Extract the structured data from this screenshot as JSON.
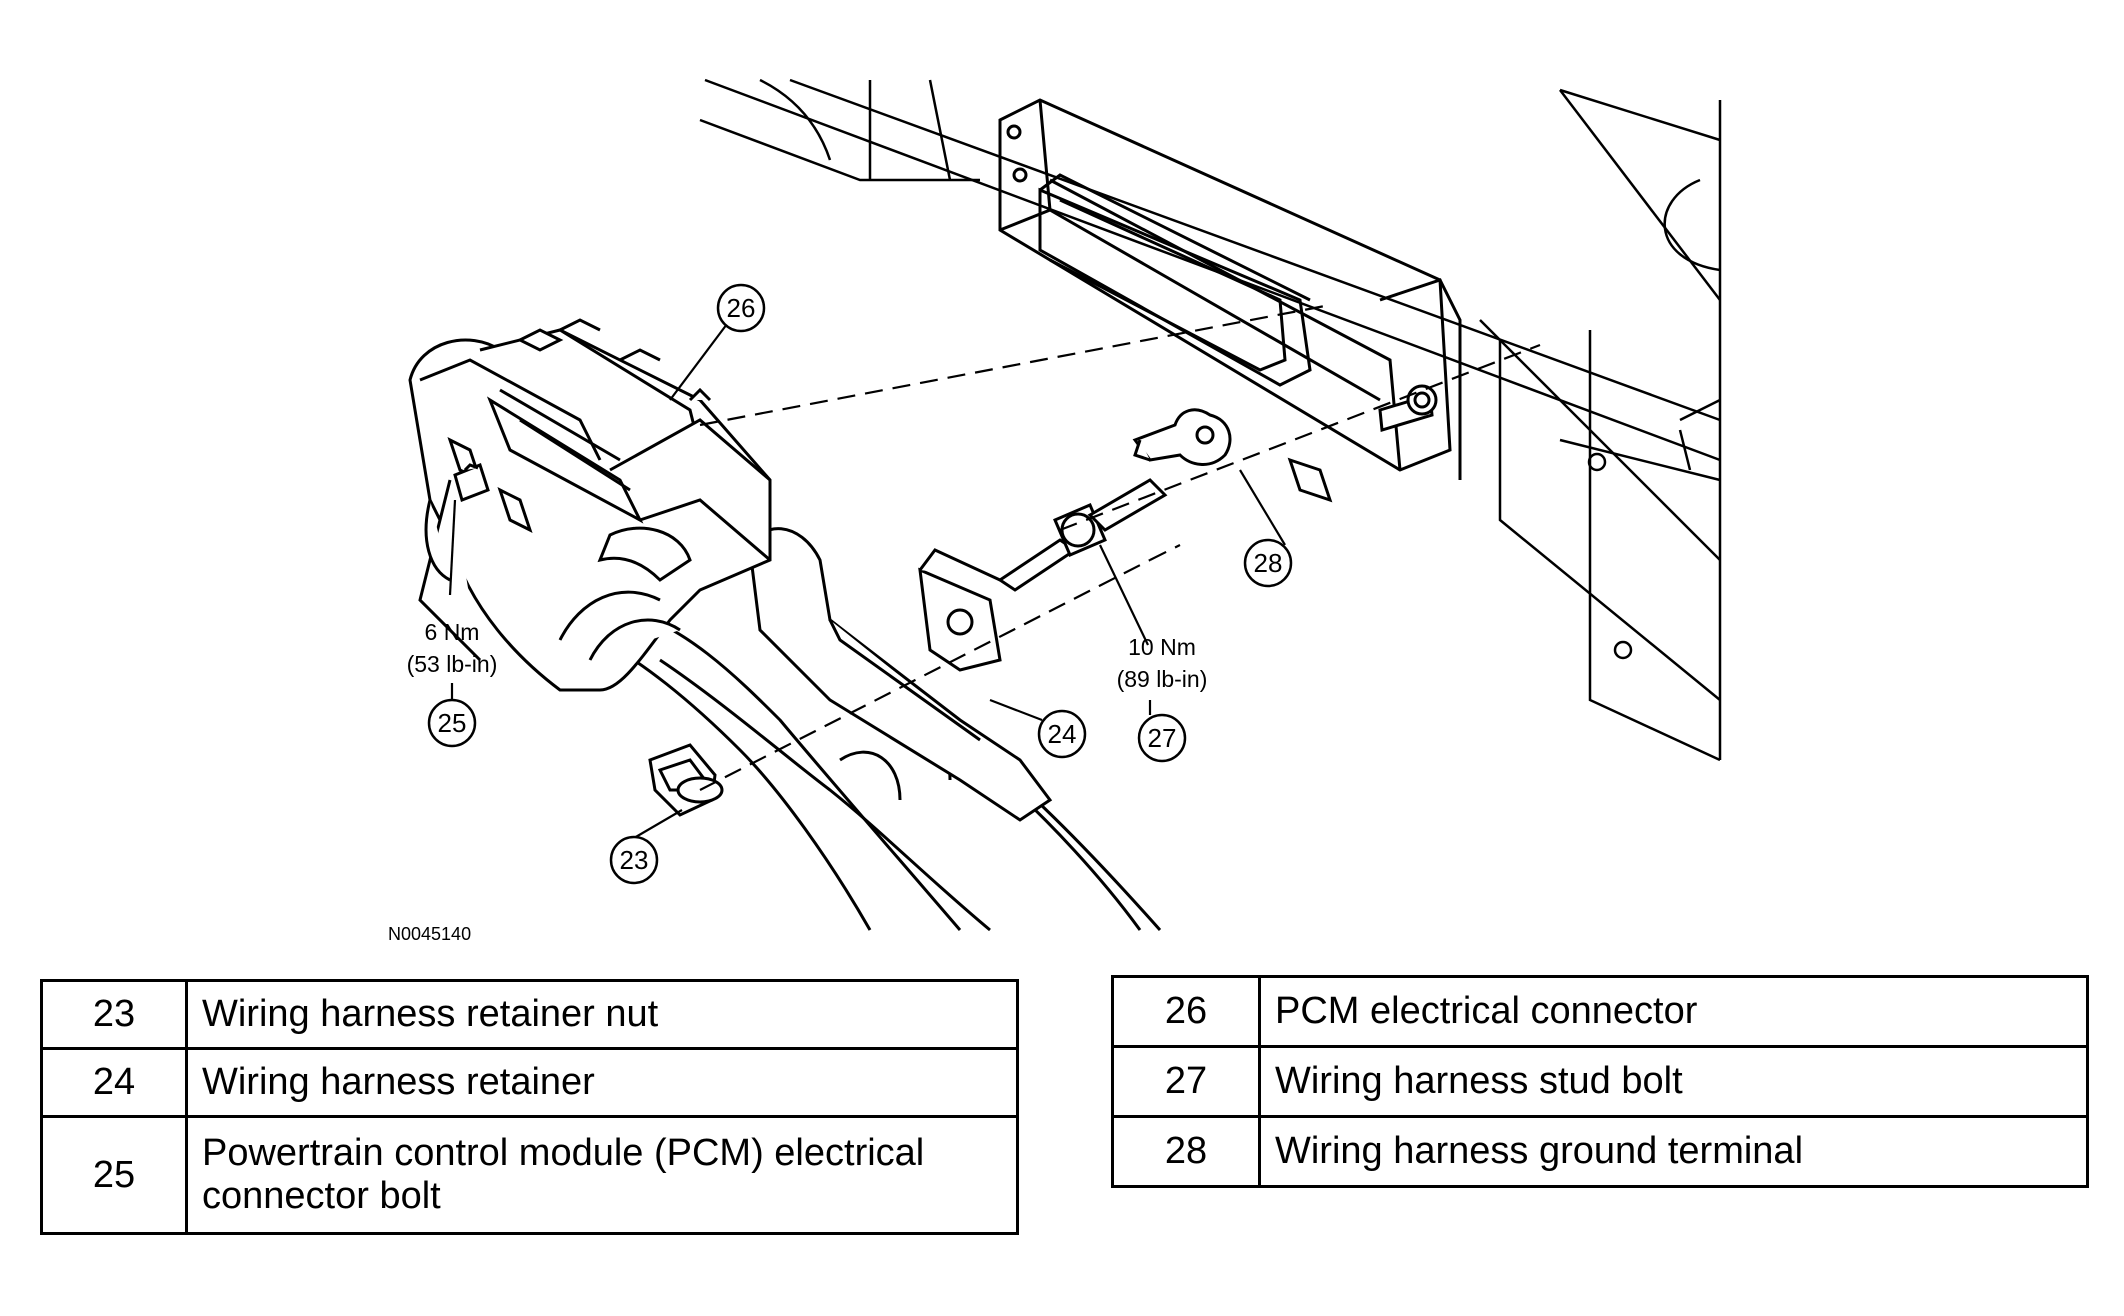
{
  "figure": {
    "id": "N0045140",
    "callouts": {
      "c23": "23",
      "c24": "24",
      "c25": "25",
      "c26": "26",
      "c27": "27",
      "c28": "28"
    },
    "torque": {
      "t25_nm": "6 Nm",
      "t25_lbin": "(53 lb-in)",
      "t27_nm": "10 Nm",
      "t27_lbin": "(89 lb-in)"
    }
  },
  "legend": {
    "left": [
      {
        "num": "23",
        "desc": "Wiring harness retainer nut"
      },
      {
        "num": "24",
        "desc": "Wiring harness retainer"
      },
      {
        "num": "25",
        "desc": "Powertrain control module (PCM) electrical connector bolt"
      }
    ],
    "right": [
      {
        "num": "26",
        "desc": "PCM electrical connector"
      },
      {
        "num": "27",
        "desc": "Wiring harness stud bolt"
      },
      {
        "num": "28",
        "desc": "Wiring harness ground terminal"
      }
    ]
  }
}
